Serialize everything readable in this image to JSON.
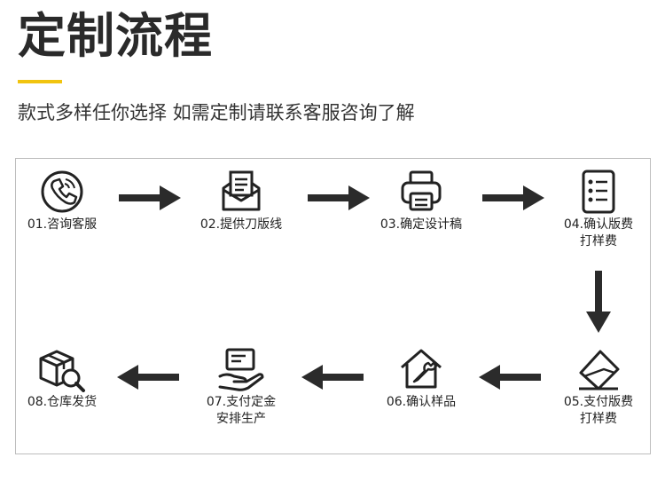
{
  "header": {
    "title": "定制流程",
    "subtitle": "款式多样任你选择 如需定制请联系客服咨询了解",
    "accent_color": "#f1c40f"
  },
  "steps": [
    {
      "label_lines": [
        "01.咨询客服"
      ],
      "icon": "phone-icon"
    },
    {
      "label_lines": [
        "02.提供刀版线"
      ],
      "icon": "mail-icon"
    },
    {
      "label_lines": [
        "03.确定设计稿"
      ],
      "icon": "printer-icon"
    },
    {
      "label_lines": [
        "04.确认版费",
        "打样费"
      ],
      "icon": "checklist-icon"
    },
    {
      "label_lines": [
        "05.支付版费",
        "打样费"
      ],
      "icon": "envelope-pay-icon"
    },
    {
      "label_lines": [
        "06.确认样品"
      ],
      "icon": "house-wrench-icon"
    },
    {
      "label_lines": [
        "07.支付定金",
        "安排生产"
      ],
      "icon": "hand-card-icon"
    },
    {
      "label_lines": [
        "08.仓库发货"
      ],
      "icon": "box-search-icon"
    }
  ]
}
